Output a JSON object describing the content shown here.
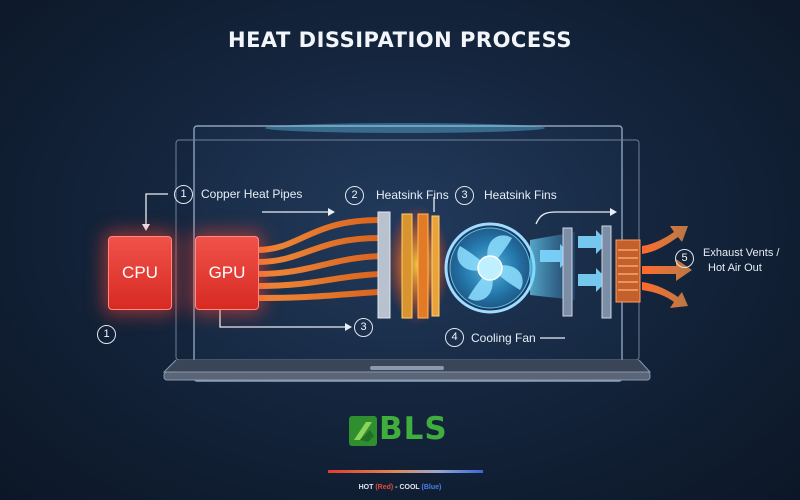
{
  "title": "HEAT DISSIPATION PROCESS",
  "chips": {
    "cpu": "CPU",
    "gpu": "GPU"
  },
  "labels": {
    "copper_heat_pipes": "Copper Heat Pipes",
    "heatsink_fins_2": "Heatsink Fins",
    "heatsink_fins_3": "Heatsink Fins",
    "cooling_fan": "Cooling Fan",
    "exhaust_line1": "Exhaust Vents /",
    "exhaust_line2": "Hot Air Out"
  },
  "numbers": {
    "n1": "1",
    "n2": "2",
    "n3": "3",
    "n4": "4",
    "n5": "5"
  },
  "logo": "BLS",
  "legend": {
    "hot": "HOT",
    "red": "(Red)",
    "sep": " - ",
    "cool": "COOL",
    "blue": "(Blue)"
  },
  "colors": {
    "hot": "#e33b2f",
    "cool": "#3a68d8",
    "pipe": "#e8782c",
    "logo": "#3fae3d"
  }
}
